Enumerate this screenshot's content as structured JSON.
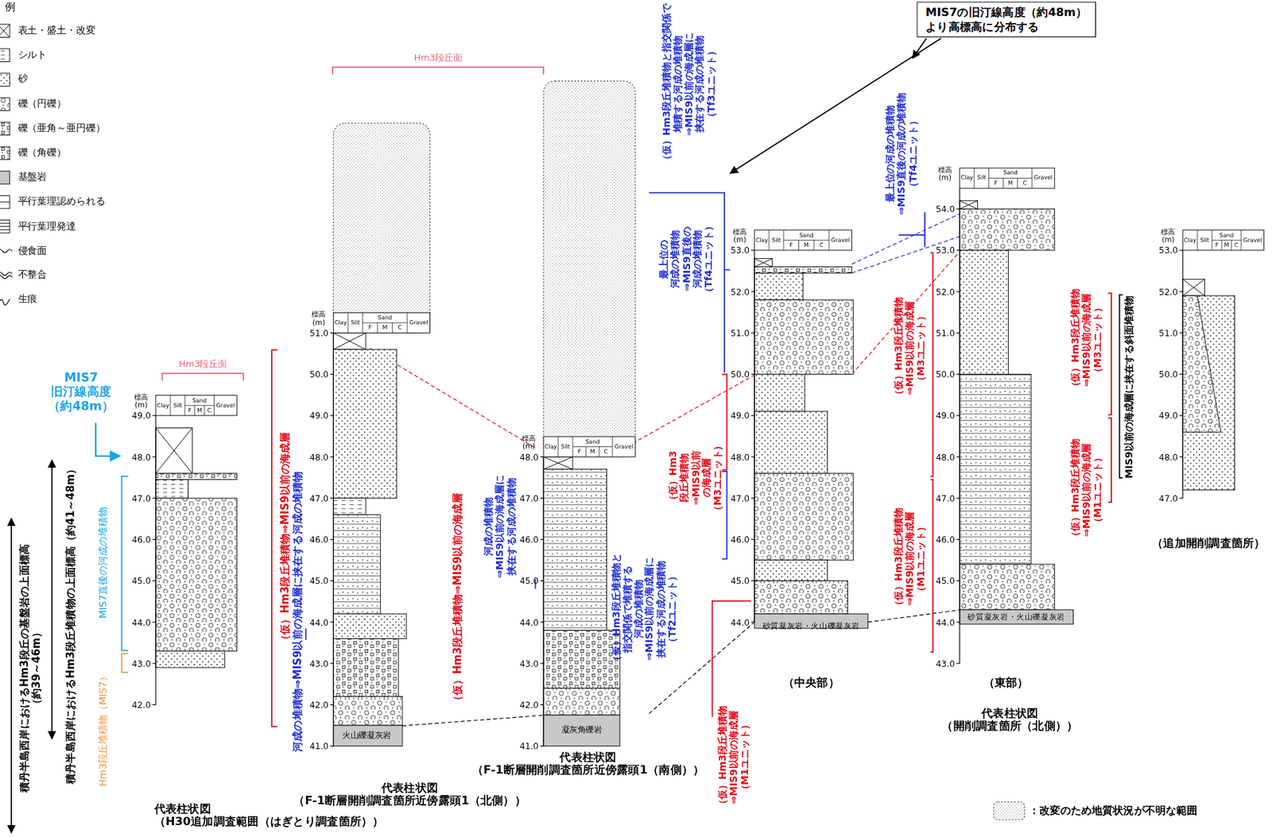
{
  "diagram": {
    "nodes": [
      {
        "text": [
          "MIS7の旧汀線高度（約48m） より高標高に分布する"
        ]
      }
    ],
    "labels": [
      "標高 (m)",
      "Clay",
      "Silt",
      "Sand",
      "F",
      "M",
      "C",
      "Gravel",
      "49.0",
      "48.0",
      "47.0",
      "46.0",
      "45.0",
      "44.0",
      "43.0",
      "42.0",
      "標高 (m)",
      "Clay",
      "Silt",
      "Sand",
      "F",
      "M",
      "C",
      "Gravel",
      "51.0",
      "50.0",
      "49.0",
      "48.0",
      "47.0",
      "46.0",
      "45.0",
      "44.0",
      "43.0",
      "42.0",
      "41.0",
      "標高 (m)",
      "Clay",
      "Silt",
      "Sand",
      "F",
      "M",
      "C",
      "Gravel",
      "48.0",
      "47.0",
      "46.0",
      "45.0",
      "44.0",
      "43.0",
      "42.0",
      "41.0",
      "標高 (m)",
      "Clay",
      "Silt",
      "Sand",
      "F",
      "M",
      "C",
      "Gravel",
      "53.0",
      "52.0",
      "51.0",
      "50.0",
      "49.0",
      "48.0",
      "47.0",
      "46.0",
      "45.0",
      "44.0",
      "標高 (m)",
      "Clay",
      "Silt",
      "Sand",
      "F",
      "M",
      "C",
      "Gravel",
      "54.0",
      "53.0",
      "52.0",
      "51.0",
      "50.0",
      "49.0",
      "48.0",
      "47.0",
      "46.0",
      "45.0",
      "44.0",
      "43.0",
      "標高 (m)",
      "Clay",
      "Silt",
      "Sand",
      "F",
      "M",
      "C",
      "Gravel",
      "53.0",
      "52.0",
      "51.0",
      "50.0",
      "49.0",
      "48.0",
      "47.0",
      "例",
      "Hm3段丘面",
      "Hm3段丘面",
      "MIS7 旧汀線高度 （約48m）",
      "積丹半島西岸におけるHm3段丘の基盤岩の上面標高 （約39～46m）",
      "積丹半島西岸におけるHm3段丘堆積物の上面標高（約41～48m）",
      "Hm3段丘堆積物（MIS7）",
      "MIS7直後の河成の堆積物",
      "（仮）Hm3段丘堆積物⇒MIS9以前の海成層",
      "河成の堆積物⇒MIS9以前の海成層に挟在する河成の堆積物",
      "（仮）Hm3段丘堆積物⇒MIS9以前の海成層",
      "河成の堆積物 ⇒MIS9以前の海成層に 挟在する河成の堆積物",
      "（仮）Hm3段丘堆積物と指交関係で 堆積する河成の堆積物 ⇒MIS9以前の海成層に 挟在する河成の堆積物 （Tf3ユニット）",
      "最上位の 河成の堆積物 ⇒MIS9直後の 河成の堆積物 （Tf4ユニット）",
      "（仮）Hm3 段丘堆積物 ⇒MIS9以前 の海成層 （M3ユニット）",
      "（仮）Hm3段丘堆積物と 指交関係で堆積する 河成の堆積物 ⇒MIS9以前の海成層に 挟在する河成の堆積物 （Tf2ユニット）",
      "（仮）Hm3段丘堆積物 ⇒MIS9以前の海成層 （M1ユニット）",
      "最上位の河成の堆積物 ⇒MIS9直後の河成の堆積物 （Tf4ユニット）",
      "（仮）Hm3段丘堆積物 ⇒MIS9以前の海成層 （M3ユニット）",
      "（仮）Hm3段丘堆積物 ⇒MIS9以前の海成層 （M1ユニット）",
      "（仮）Hm3段丘堆積物 ⇒MIS9以前の海成層 （M3ユニット）",
      "（仮）Hm3段丘堆積物 ⇒MIS9以前の海成層 （M1ユニット）",
      "MIS9以前の海成層に挟在する斜面堆積物",
      "代表柱状図 （F-1断層開削調査箇所近傍露頭1（北側））",
      "代表柱状図 （F-1断層開削調査箇所近傍露頭1（南側））",
      "（中央部）",
      "（東部）",
      "代表柱状図 （開削調査箇所（北側））",
      "（追加開削調査箇所）",
      "火山礫凝灰岩",
      "凝灰角礫岩",
      "砂質凝灰岩・火山礫凝灰岩",
      "砂質凝灰岩・火山礫凝灰岩",
      "代表柱状図 （H30追加調査範囲（はぎとり調査箇所））"
    ],
    "legend": [
      {
        "text": "表土・盛土・改変"
      },
      {
        "text": "シルト"
      },
      {
        "text": "砂"
      },
      {
        "text": "礫（円礫）"
      },
      {
        "text": "礫（亜角～亜円礫）"
      },
      {
        "text": "礫（角礫）"
      },
      {
        "text": "基盤岩"
      },
      {
        "text": "平行葉理認められる"
      },
      {
        "text": "平行葉理発達"
      },
      {
        "text": "侵食面"
      },
      {
        "text": "不整合"
      },
      {
        "text": "生痕"
      },
      {
        "text": "：改変のため地質状況が不明な範囲"
      }
    ]
  }
}
